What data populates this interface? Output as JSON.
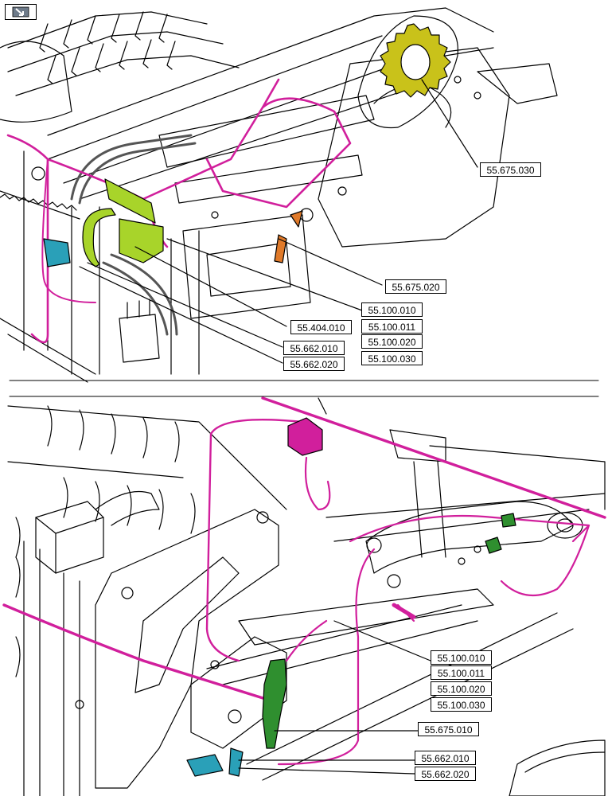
{
  "colors": {
    "harness": "#d11f9c",
    "sprocket": "#c9c21a",
    "bracket_green": "#a8d42a",
    "lever_green": "#2f8f2f",
    "sensor_cyan": "#2aa0b8",
    "line": "#000000"
  },
  "nav": {
    "icon": "return-arrow-icon"
  },
  "top_callouts": {
    "c1": "55.675.030",
    "c2": "55.675.020",
    "c3": "55.100.010",
    "c4": "55.100.011",
    "c5": "55.100.020",
    "c6": "55.100.030",
    "c7": "55.404.010",
    "c8": "55.662.010",
    "c9": "55.662.020"
  },
  "bottom_callouts": {
    "c1": "55.100.010",
    "c2": "55.100.011",
    "c3": "55.100.020",
    "c4": "55.100.030",
    "c5": "55.675.010",
    "c6": "55.662.010",
    "c7": "55.662.020"
  }
}
